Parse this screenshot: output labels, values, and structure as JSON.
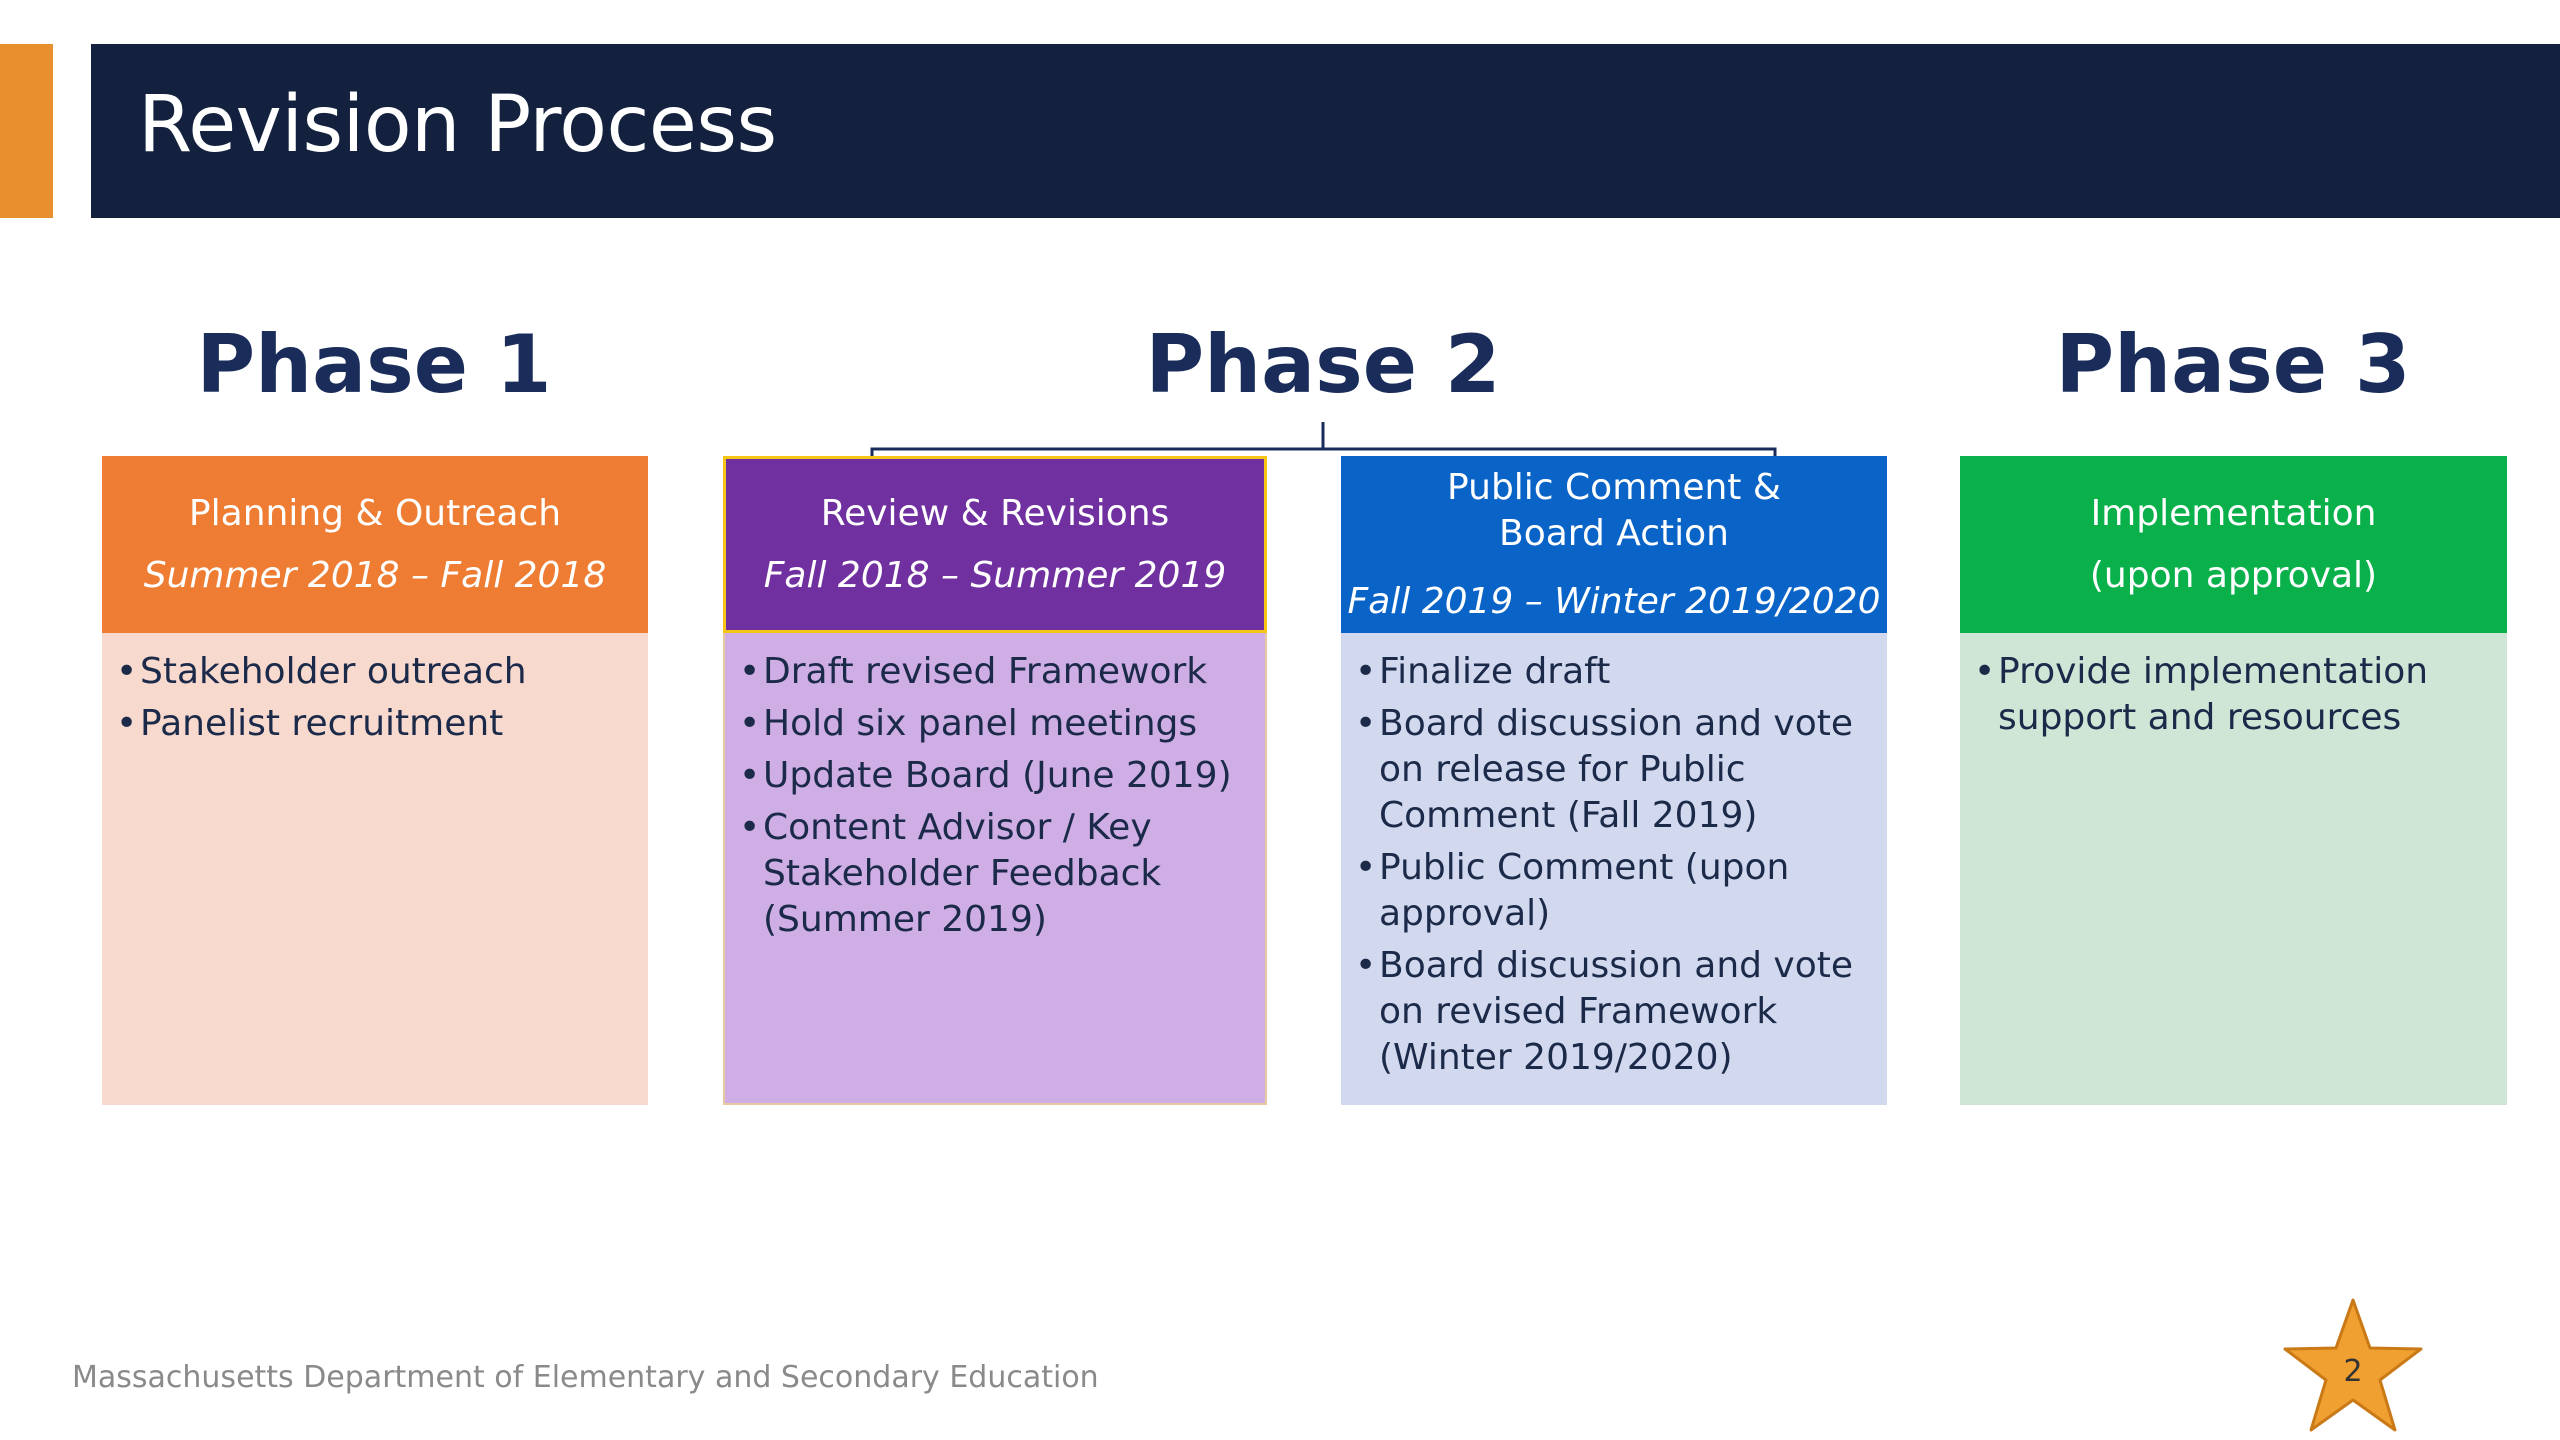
{
  "slide": {
    "title": "Revision Process",
    "footer": "Massachusetts Department of Elementary and Secondary Education",
    "page_number": "2"
  },
  "phases": [
    {
      "label": "Phase 1"
    },
    {
      "label": "Phase 2"
    },
    {
      "label": "Phase 3"
    }
  ],
  "stages": [
    {
      "name": "Planning & Outreach",
      "dates": "Summer 2018 – Fall 2018",
      "color": "#ee7d33",
      "bullets": [
        "Stakeholder outreach",
        "Panelist recruitment"
      ]
    },
    {
      "name": "Review & Revisions",
      "dates": "Fall 2018 – Summer 2019",
      "color": "#7030a0",
      "bullets": [
        "Draft revised Framework",
        "Hold six panel meetings",
        "Update Board (June 2019)",
        "Content Advisor / Key Stakeholder Feedback (Summer 2019)"
      ]
    },
    {
      "name": "Public Comment & Board Action",
      "dates": "Fall 2019 – Winter 2019/2020",
      "color": "#0a63c7",
      "bullets": [
        "Finalize draft",
        "Board discussion and vote on release for Public Comment (Fall 2019)",
        "Public Comment (upon approval)",
        "Board discussion and vote on revised Framework (Winter 2019/2020)"
      ]
    },
    {
      "name": "Implementation",
      "subtitle": "(upon approval)",
      "color": "#0ab14b",
      "bullets": [
        "Provide implementation support and resources"
      ]
    }
  ],
  "colors": {
    "accent": "#e8902e",
    "title_banner": "#13213f",
    "phase_heading": "#1a2d5a",
    "star": "#f0a030"
  },
  "icons": {
    "page_badge": "star-icon"
  }
}
